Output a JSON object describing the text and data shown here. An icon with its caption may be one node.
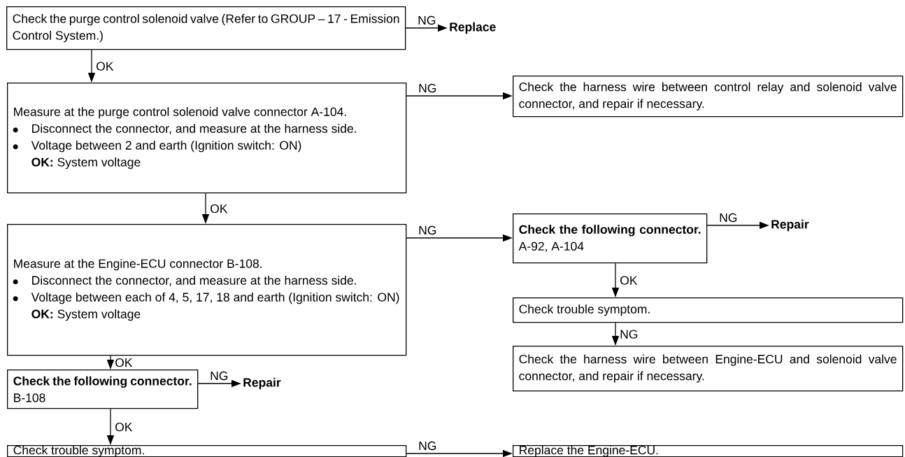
{
  "diagram": {
    "nodes": [
      {
        "text": [
          "Check the purge control solenoid valve (Refer to GROUP – 17 - Emission Control System.)"
        ]
      },
      {
        "text": [
          "Replace"
        ]
      },
      {
        "text": [
          "Measure at the purge control solenoid valve connector A-104.",
          "Disconnect the connector, and measure at the harness side.",
          "Voltage between 2 and earth (Ignition switch: ON)",
          "**OK:** System voltage"
        ]
      },
      {
        "text": [
          "Check the harness wire between control relay and solenoid valve connector, and repair if necessary."
        ]
      },
      {
        "text": [
          "Measure at the Engine-ECU connector B-108.",
          "Disconnect the connector, and measure at the harness side.",
          "Voltage between each of 4, 5, 17, 18 and earth (Ignition switch: ON)",
          "**OK:** System voltage"
        ]
      },
      {
        "text": [
          "**Check the following connector.** A-92, A-104"
        ]
      },
      {
        "text": [
          "Repair"
        ]
      },
      {
        "text": [
          "Check trouble symptom."
        ]
      },
      {
        "text": [
          "Check the harness wire between Engine-ECU and solenoid valve connector, and repair if necessary."
        ]
      },
      {
        "text": [
          "**Check the following connector.** B-108"
        ]
      },
      {
        "text": [
          "Repair"
        ]
      },
      {
        "text": [
          "Check trouble symptom."
        ]
      },
      {
        "text": [
          "Replace the Engine-ECU."
        ]
      }
    ],
    "edges": [
      {
        "from": 0,
        "to": 1,
        "arrow": "to",
        "label": "NG"
      },
      {
        "from": 0,
        "to": 2,
        "arrow": "to",
        "label": "OK"
      },
      {
        "from": 2,
        "to": 3,
        "arrow": "to",
        "label": "NG"
      },
      {
        "from": 2,
        "to": 4,
        "arrow": "to",
        "label": "OK"
      },
      {
        "from": 4,
        "to": 5,
        "arrow": "to",
        "label": "NG"
      },
      {
        "from": 5,
        "to": 6,
        "arrow": "to",
        "label": "NG"
      },
      {
        "from": 5,
        "to": 7,
        "arrow": "to",
        "label": "OK"
      },
      {
        "from": 7,
        "to": 8,
        "arrow": "to",
        "label": "NG"
      },
      {
        "from": 4,
        "to": 9,
        "arrow": "to",
        "label": "OK"
      },
      {
        "from": 9,
        "to": 10,
        "arrow": "to",
        "label": "NG"
      },
      {
        "from": 9,
        "to": 11,
        "arrow": "to",
        "label": "OK"
      },
      {
        "from": 11,
        "to": 12,
        "arrow": "to",
        "label": "NG"
      }
    ]
  }
}
